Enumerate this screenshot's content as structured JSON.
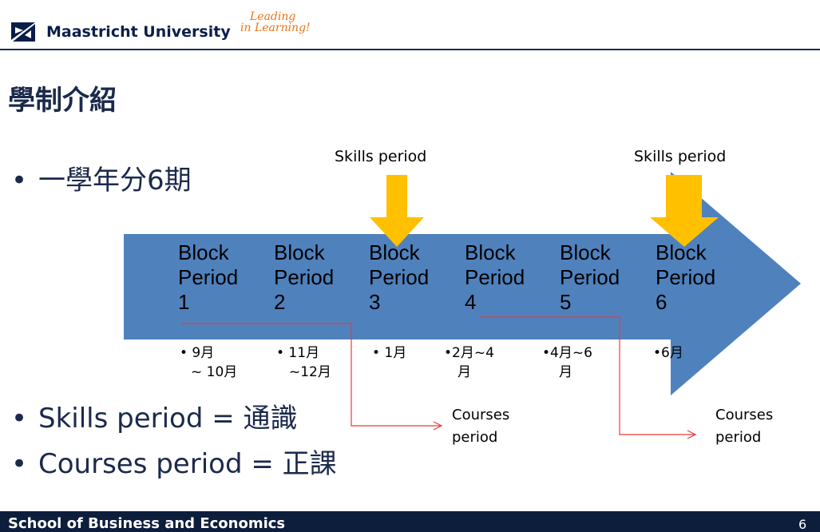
{
  "header": {
    "logo_text": "UM",
    "brand_name": "Maastricht University",
    "tagline_line1": "Leading",
    "tagline_line2": "in Learning!"
  },
  "slide": {
    "title": "學制介紹",
    "bullets": [
      "一學年分6期",
      "Skills period = 通識",
      "Courses period = 正課"
    ],
    "bullet_symbol": "•"
  },
  "diagram": {
    "arrow_color": "#4f81bd",
    "callout_color": "#ffc000",
    "connector_color": "#e83a3a",
    "skills_label": "Skills period",
    "courses_label_line1": "Courses",
    "courses_label_line2": "period",
    "blocks": [
      {
        "l1": "Block",
        "l2": "Period",
        "l3": "1",
        "m1": "• 9月",
        "m2": "~ 10月"
      },
      {
        "l1": "Block",
        "l2": "Period",
        "l3": "2",
        "m1": "• 11月",
        "m2": "~12月"
      },
      {
        "l1": "Block",
        "l2": "Period",
        "l3": "3",
        "m1": "• 1月",
        "m2": ""
      },
      {
        "l1": "Block",
        "l2": "Period",
        "l3": "4",
        "m1": "•2月~4",
        "m2": "月"
      },
      {
        "l1": "Block",
        "l2": "Period",
        "l3": "5",
        "m1": "•4月~6",
        "m2": "月"
      },
      {
        "l1": "Block",
        "l2": "Period",
        "l3": "6",
        "m1": "•6月",
        "m2": ""
      }
    ]
  },
  "footer": {
    "school_name": "School of Business and Economics",
    "page_number": "6"
  }
}
